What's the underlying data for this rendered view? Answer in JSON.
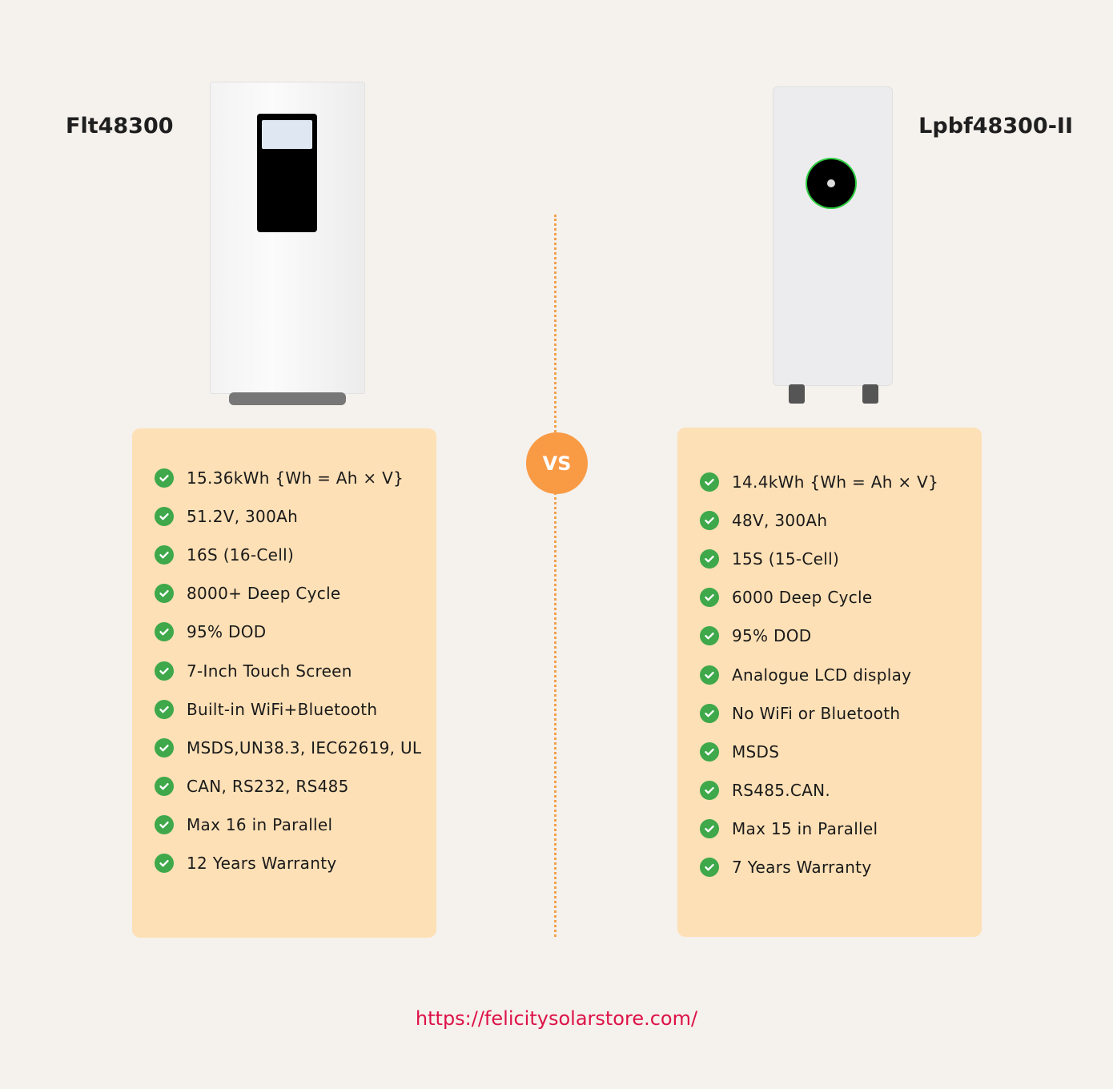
{
  "left": {
    "title": "Flt48300",
    "features": [
      "15.36kWh {Wh = Ah × V}",
      "51.2V, 300Ah",
      "16S (16-Cell)",
      "8000+ Deep Cycle",
      "95% DOD",
      "7-Inch Touch Screen",
      "Built-in WiFi+Bluetooth",
      "MSDS,UN38.3, IEC62619, UL",
      " CAN, RS232, RS485",
      "Max 16 in Parallel",
      "12 Years Warranty"
    ]
  },
  "right": {
    "title": "Lpbf48300-II",
    "features": [
      "14.4kWh {Wh = Ah × V}",
      "48V, 300Ah",
      "15S (15-Cell)",
      "6000 Deep Cycle",
      "95% DOD",
      "Analogue LCD display",
      "No WiFi or Bluetooth",
      "MSDS",
      "RS485.CAN.",
      "Max 15 in Parallel",
      "7 Years Warranty"
    ]
  },
  "vs_label": "VS",
  "link": "https://felicitysolarstore.com/",
  "colors": {
    "card": "#fde0b6",
    "check": "#3ea84a",
    "vs": "#f99a45",
    "link": "#dd1248"
  }
}
